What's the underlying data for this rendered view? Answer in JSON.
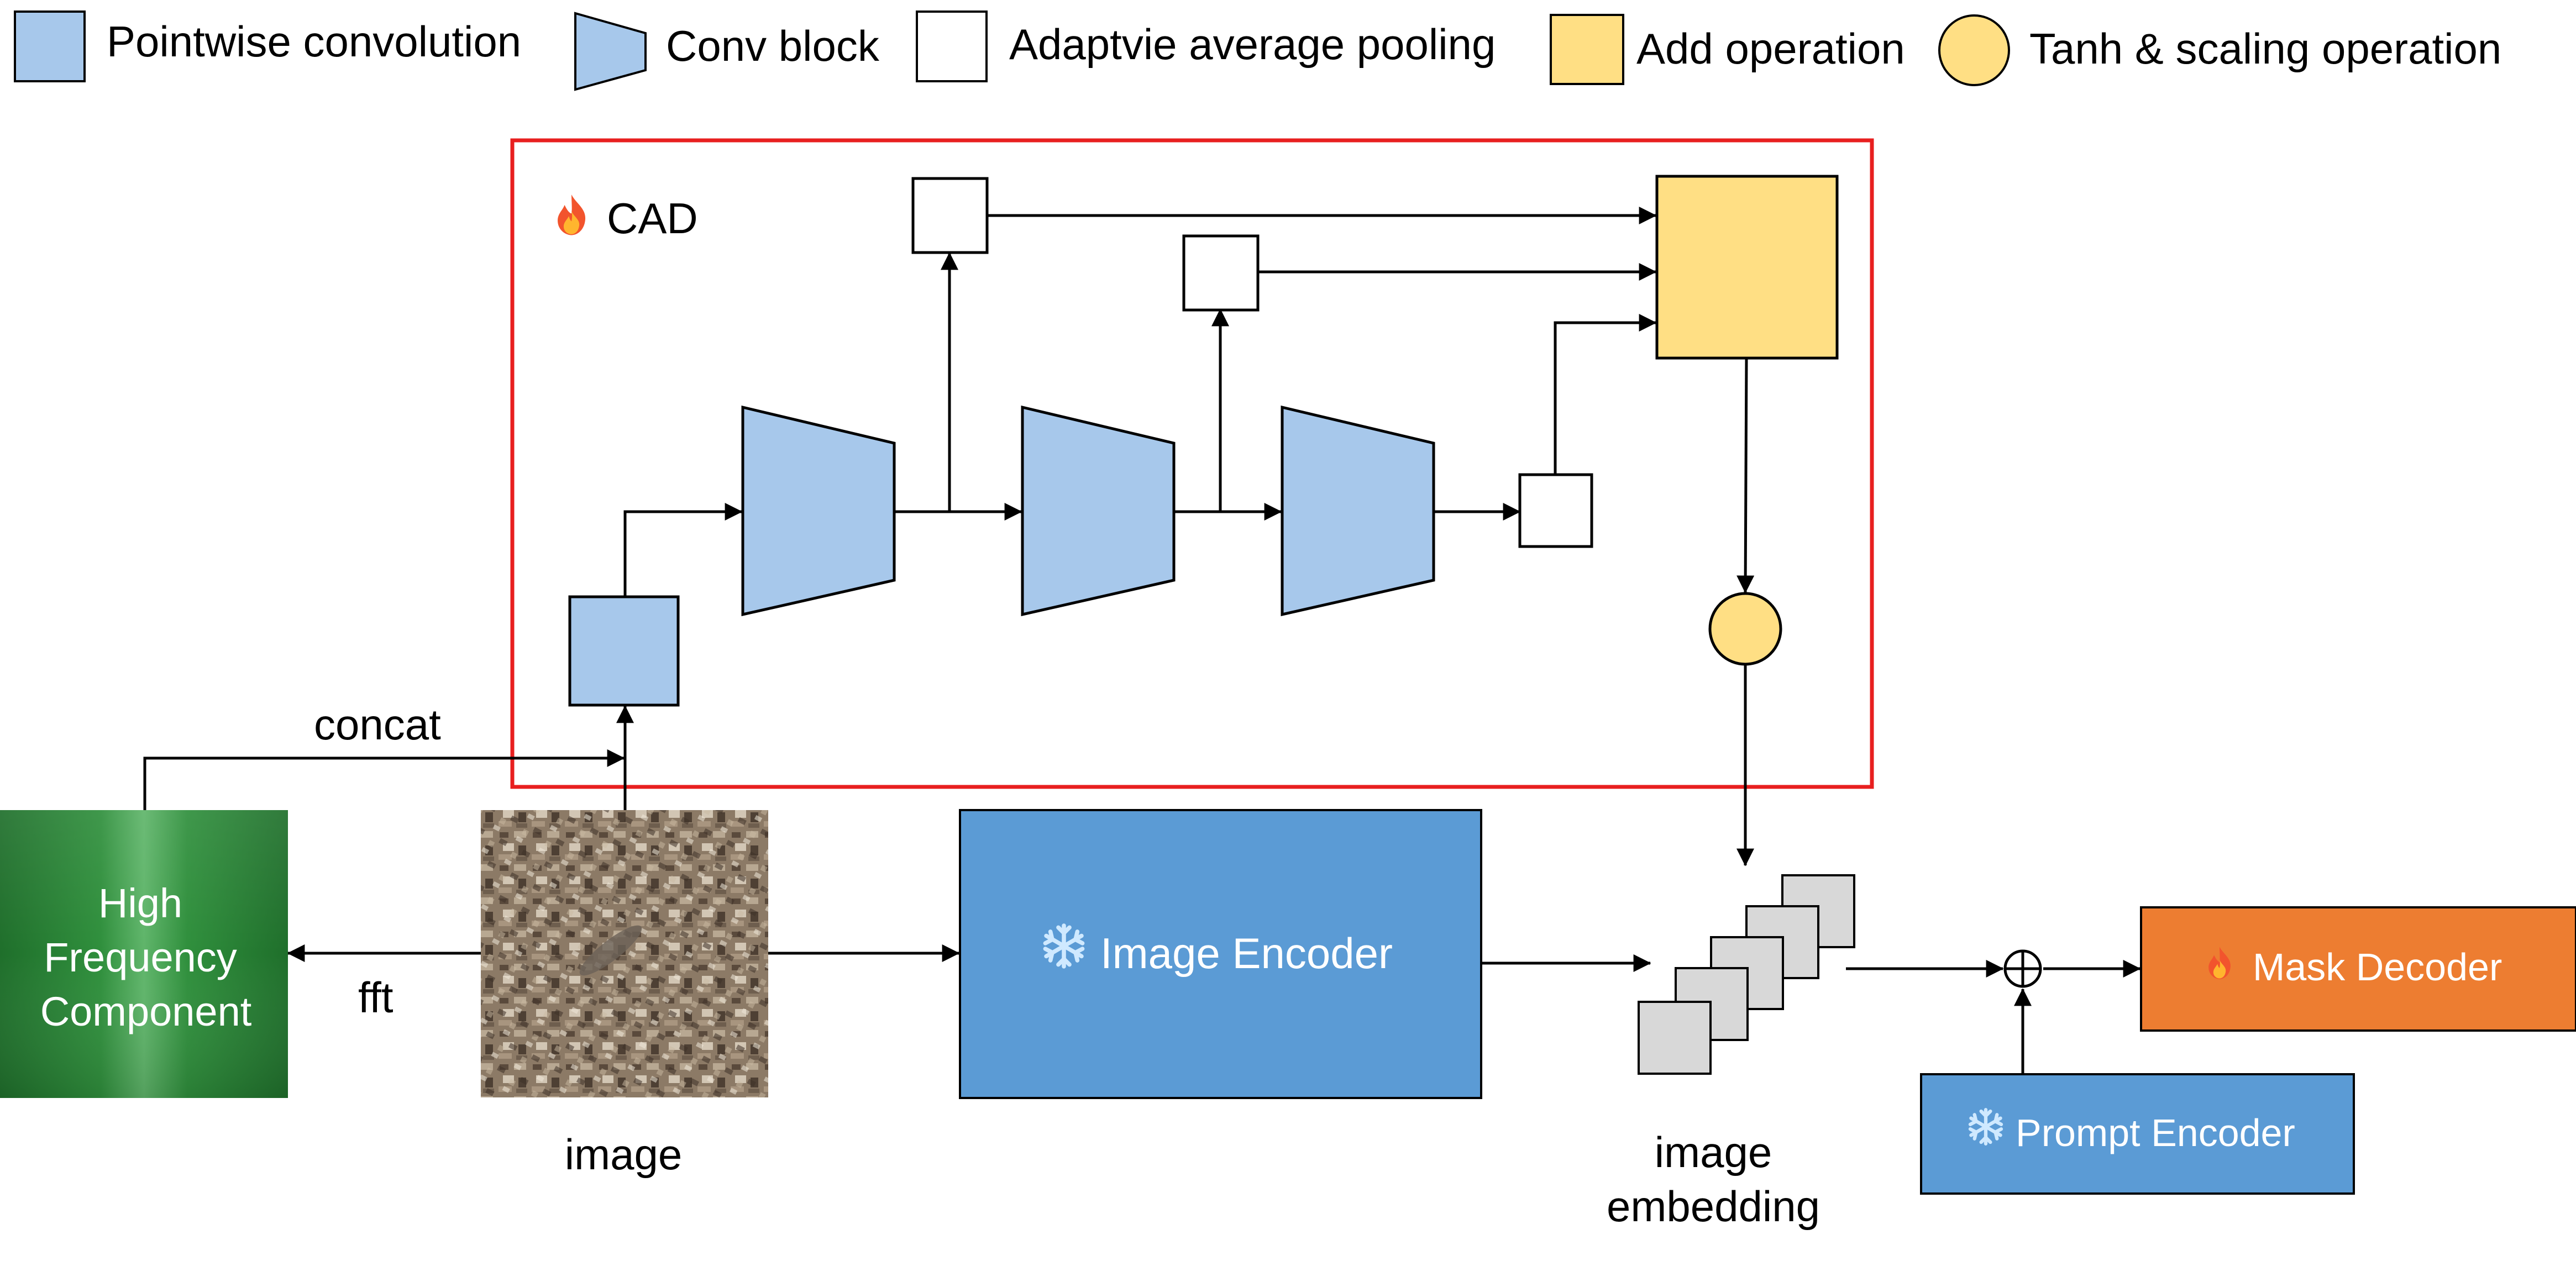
{
  "legend": {
    "pointwise": "Pointwise convolution",
    "conv_block": "Conv block",
    "pooling": "Adaptvie average pooling",
    "add": "Add operation",
    "tanh": "Tanh & scaling operation"
  },
  "cad": {
    "title": "CAD",
    "icon": "fire-icon"
  },
  "labels": {
    "concat": "concat",
    "fft": "fft",
    "image": "image",
    "embedding_line1": "image",
    "embedding_line2": "embedding"
  },
  "hf": {
    "line1": "High",
    "line2": "Frequency",
    "line3": "Component"
  },
  "encoder": {
    "label": "Image Encoder",
    "icon": "snowflake-icon"
  },
  "prompt": {
    "label": "Prompt Encoder",
    "icon": "snowflake-icon"
  },
  "decoder": {
    "label": "Mask Decoder",
    "icon": "fire-icon"
  },
  "colors": {
    "pointwise_fill": "#a7c8eb",
    "add_fill": "#ffdf84",
    "cad_border": "#e81f1f",
    "encoder_fill": "#5b9bd5",
    "decoder_fill": "#ed7d31",
    "hf_green": "#2e8b3a",
    "embedding_fill": "#d8d8d8"
  }
}
